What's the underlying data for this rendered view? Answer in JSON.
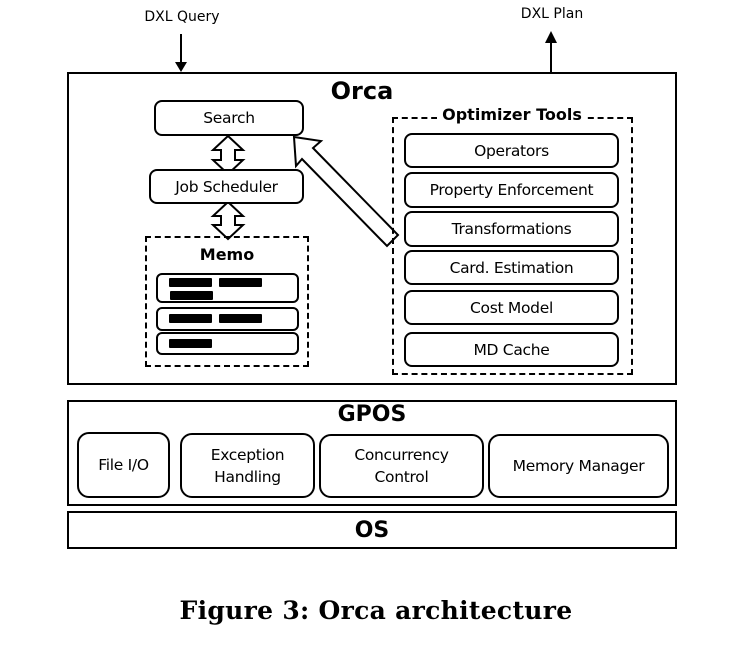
{
  "io": {
    "input_label": "DXL Query",
    "output_label": "DXL Plan"
  },
  "orca": {
    "title": "Orca",
    "search": "Search",
    "job_scheduler": "Job Scheduler",
    "memo": {
      "title": "Memo",
      "groups": [
        {
          "bars": 3
        },
        {
          "bars": 2
        },
        {
          "bars": 1
        }
      ]
    },
    "optimizer_tools": {
      "title": "Optimizer Tools",
      "items": [
        "Operators",
        "Property Enforcement",
        "Transformations",
        "Card. Estimation",
        "Cost Model",
        "MD Cache"
      ]
    }
  },
  "gpos": {
    "title": "GPOS",
    "components": [
      {
        "line1": "File I/O",
        "line2": ""
      },
      {
        "line1": "Exception",
        "line2": "Handling"
      },
      {
        "line1": "Concurrency",
        "line2": "Control"
      },
      {
        "line1": "Memory Manager",
        "line2": ""
      }
    ]
  },
  "os": {
    "title": "OS"
  },
  "caption": "Figure 3: Orca architecture"
}
